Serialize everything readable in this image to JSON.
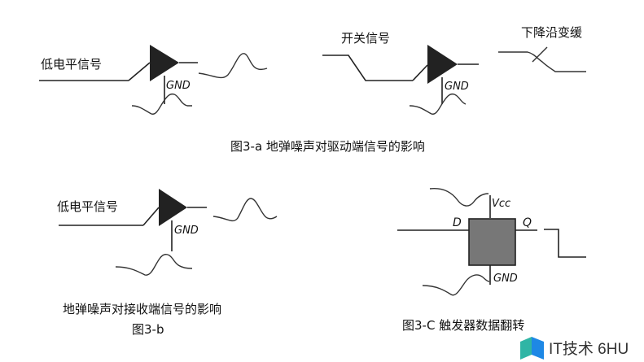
{
  "figure_a": {
    "label_low_level_signal": "低电平信号",
    "label_switch_signal": "开关信号",
    "label_falling_edge": "下降沿变缓",
    "gnd_left": "GND",
    "gnd_right": "GND",
    "caption": "图3-a    地弹噪声对驱动端信号的影响"
  },
  "figure_b": {
    "label_low_level_signal": "低电平信号",
    "gnd": "GND",
    "caption_line1": "地弹噪声对接收端信号的影响",
    "caption_line2": "图3-b"
  },
  "figure_c": {
    "vcc": "Vcc",
    "d": "D",
    "q": "Q",
    "gnd": "GND",
    "caption": "图3-C  触发器数据翻转"
  },
  "watermark": {
    "text": "IT技术 6HU",
    "colors": {
      "blue": "#1e88e5",
      "green": "#2fb5a5"
    }
  }
}
